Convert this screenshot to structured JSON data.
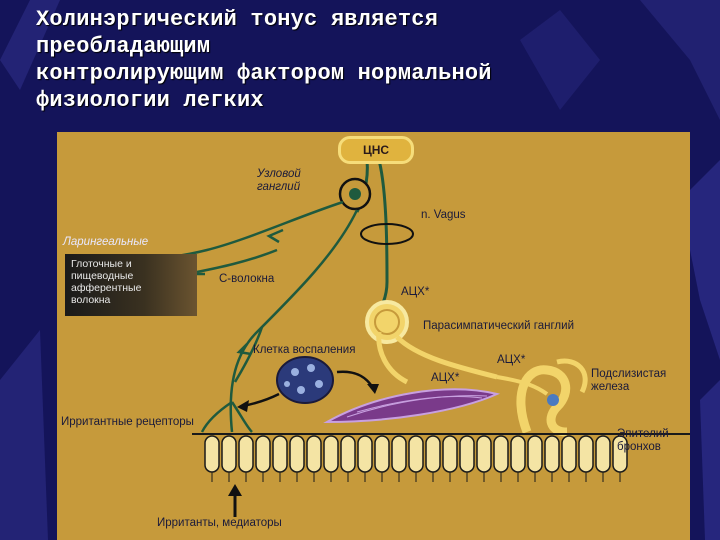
{
  "slide": {
    "title_lines": [
      "Холинэргический тонус является",
      "преобладающим",
      "контролирующим фактором нормальной",
      "физиологии легких"
    ]
  },
  "diagram": {
    "cns_label": "ЦНС",
    "nodose_ganglion": [
      "Узловой",
      "ганглий"
    ],
    "vagus_label": "n. Vagus",
    "laryngeal_label": "Ларингеальные",
    "afferent_box": [
      "Глоточные и",
      "пищеводные",
      "афферентные",
      "волокна"
    ],
    "c_fibers_label": "С-волокна",
    "ach_labels": [
      "АЦХ*",
      "АЦХ*",
      "АЦХ*"
    ],
    "parasympathetic_ganglion": "Парасимпатический ганглий",
    "inflammatory_cell": "Клетка воспаления",
    "submucosal_gland": [
      "Подслизистая",
      "железа"
    ],
    "irritant_receptors": "Ирритантные рецепторы",
    "bronchial_epithelium": [
      "Эпителий",
      "бронхов"
    ],
    "irritants_mediators": "Ирританты, медиаторы"
  },
  "colors": {
    "background": "#14145a",
    "panel": "#c69a3b",
    "nerve": "#1f5a3e",
    "ganglion": "#f2d46a",
    "muscle": "#7a3a8a",
    "cell": "#2b3a7a",
    "epithelium": "#f4e4a4"
  },
  "icons": [
    "neuron-icon",
    "inflammatory-cell-icon",
    "smooth-muscle-icon",
    "gland-icon",
    "up-arrow-icon"
  ]
}
